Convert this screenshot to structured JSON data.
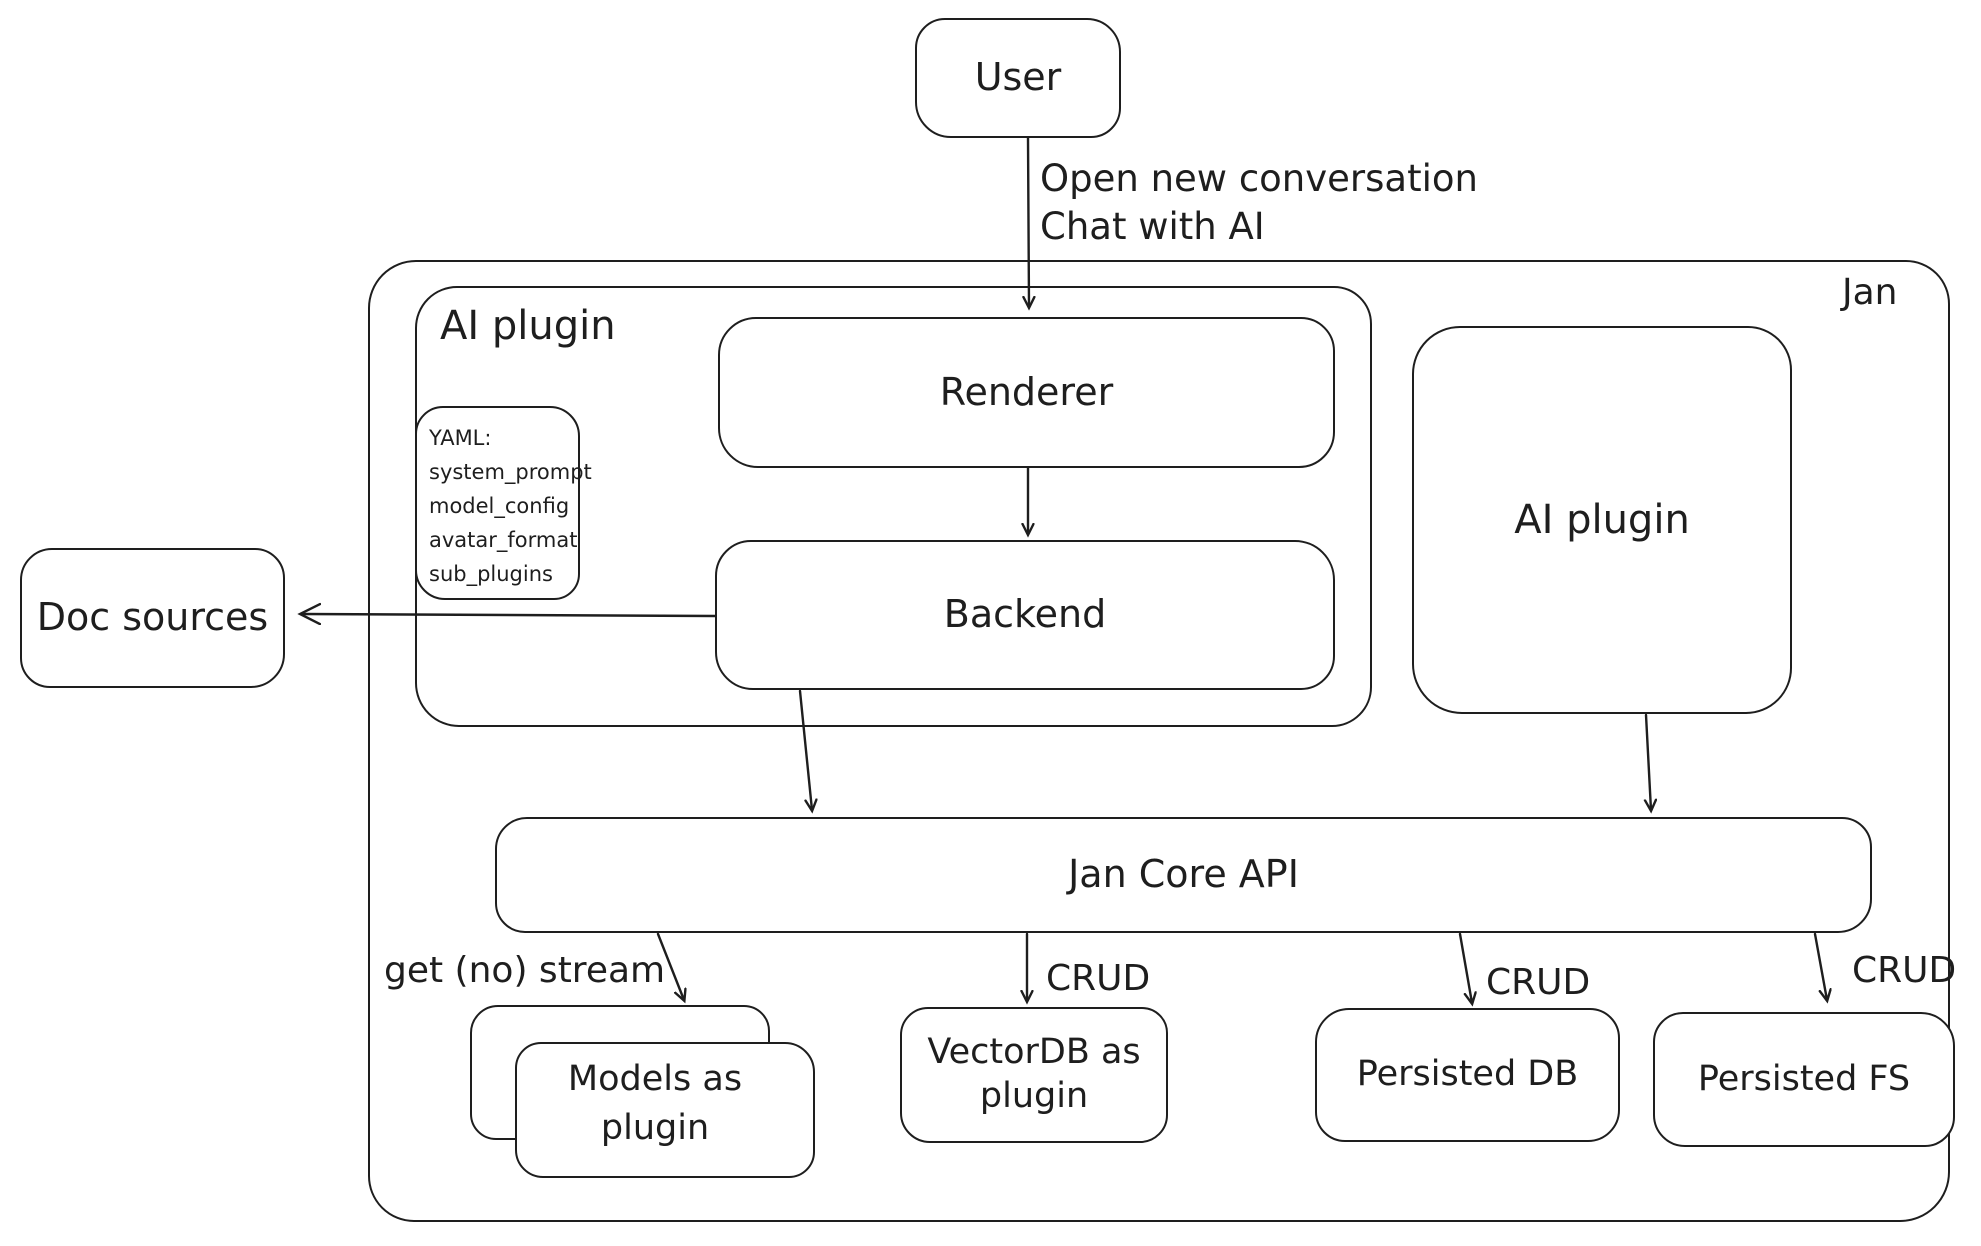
{
  "diagram": {
    "title_hint": "Jan app plugin architecture sketch",
    "colors": {
      "stroke": "#1e1e1e",
      "background": "#ffffff"
    },
    "nodes": {
      "user": {
        "label": "User"
      },
      "jan": {
        "label": "Jan"
      },
      "ai_plugin_group": {
        "label": "AI plugin"
      },
      "renderer": {
        "label": "Renderer"
      },
      "backend": {
        "label": "Backend"
      },
      "yaml_note": {
        "lines": [
          "YAML:",
          "system_prompt",
          "model_config",
          "avatar_format",
          "sub_plugins"
        ]
      },
      "doc_sources": {
        "label": "Doc sources"
      },
      "ai_plugin_right": {
        "label": "AI plugin"
      },
      "jan_core_api": {
        "label": "Jan Core API"
      },
      "models_as_plugin": {
        "line1": "Models as",
        "line2": "plugin"
      },
      "vectordb": {
        "line1": "VectorDB as",
        "line2": "plugin"
      },
      "persisted_db": {
        "label": "Persisted DB"
      },
      "persisted_fs": {
        "label": "Persisted FS"
      }
    },
    "edges": {
      "user_to_renderer": {
        "line1": "Open new conversation",
        "line2": "Chat with AI"
      },
      "core_to_models": {
        "label": "get (no) stream"
      },
      "core_to_vectordb": {
        "label": "CRUD"
      },
      "core_to_persisted_db": {
        "label": "CRUD"
      },
      "core_to_persisted_fs": {
        "label": "CRUD"
      }
    }
  }
}
